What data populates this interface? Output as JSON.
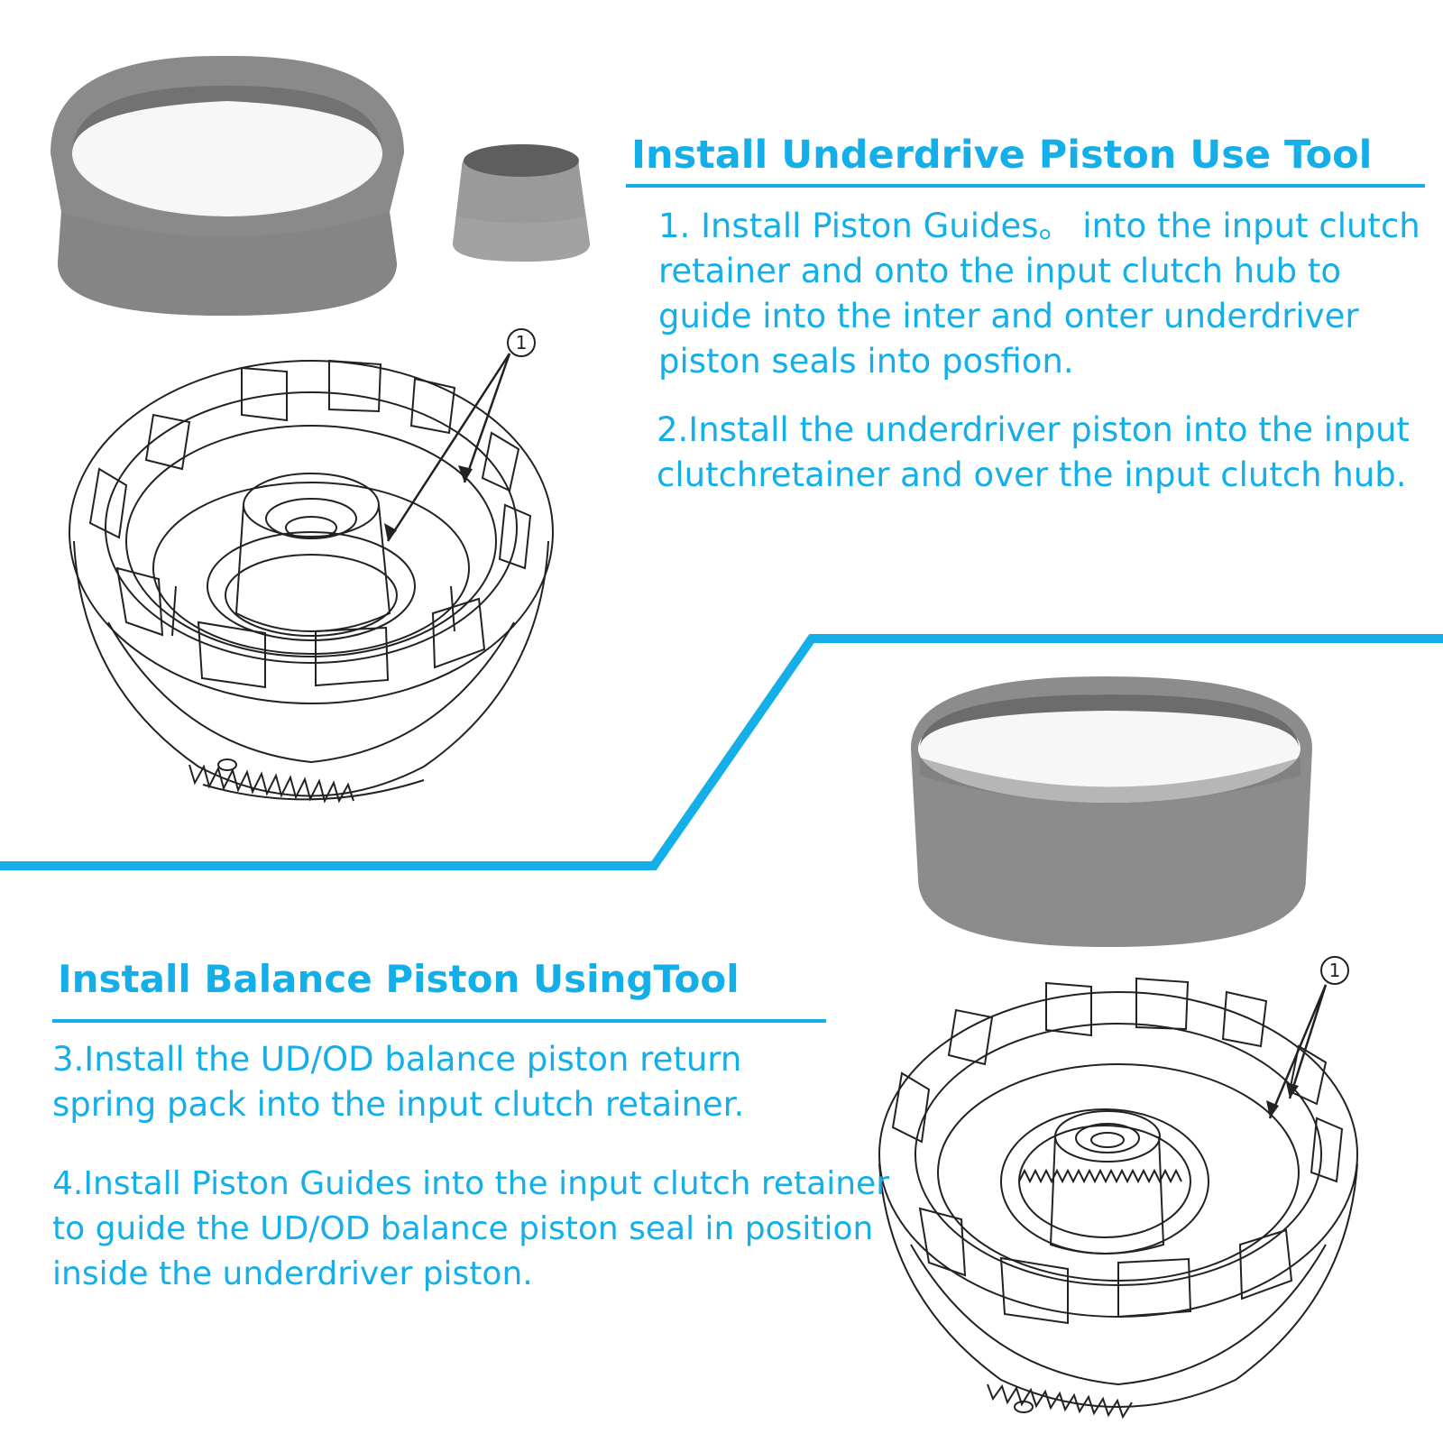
{
  "accent_color": "#14aee8",
  "tool_color": "#8c8c8c",
  "section_top": {
    "heading": "Install Underdrive Piston Use Tool",
    "step_1": "1. Install Piston Guides。  into the input clutch retainer and onto the input clutch hub to guide into the inter and onter underdriver piston seals into posfion.",
    "step_2": "2.Install the underdriver piston into the input clutchretainer and over the input clutch hub.",
    "callout_label": "1"
  },
  "section_bottom": {
    "heading": "Install Balance Piston UsingTool",
    "step_3": "3.Install the UD/OD balance piston return spring pack into the input clutch retainer.",
    "step_4": "4.Install Piston Guides into the input clutch retainer to guide the UD/OD balance piston seal in position inside the underdriver piston.",
    "callout_label": "1"
  },
  "icons": {
    "large_guide": "large-piston-guide-ring",
    "small_guide": "small-piston-guide-cone",
    "retainer": "input-clutch-retainer-drawing",
    "bottom_guide": "balance-piston-guide-ring"
  }
}
